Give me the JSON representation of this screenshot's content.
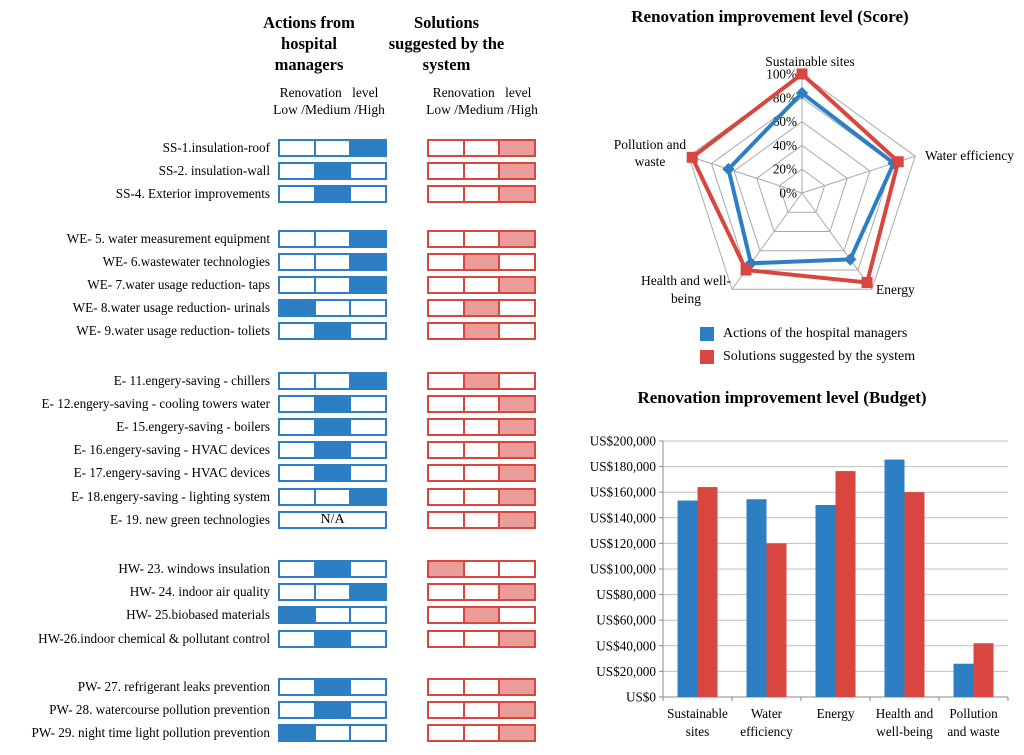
{
  "colors": {
    "blue": "#2E7EC3",
    "red": "#D9453F",
    "pink": "#EB9D99",
    "radar_grid": "#A9A9A9",
    "budget_grid": "#C0C0C0",
    "budget_axis": "#888888"
  },
  "chart_data": [
    {
      "type": "table",
      "col1_title": "Actions from hospital managers",
      "col2_title": "Solutions suggested by the system",
      "subtitle_line1": "Renovation level",
      "subtitle_line2": "Low /Medium /High",
      "levels": [
        "Low",
        "Medium",
        "High"
      ],
      "na_label": "N/A",
      "groups": [
        {
          "name": "SS",
          "items": [
            {
              "label": "SS-1.insulation-roof",
              "managers": "High",
              "system": "High"
            },
            {
              "label": "SS-2. insulation-wall",
              "managers": "Medium",
              "system": "High"
            },
            {
              "label": "SS-4. Exterior improvements",
              "managers": "Medium",
              "system": "High"
            }
          ]
        },
        {
          "name": "WE",
          "items": [
            {
              "label": "WE- 5. water measurement equipment",
              "managers": "High",
              "system": "High"
            },
            {
              "label": "WE- 6.wastewater technologies",
              "managers": "High",
              "system": "Medium"
            },
            {
              "label": "WE- 7.water usage reduction- taps",
              "managers": "High",
              "system": "High"
            },
            {
              "label": "WE- 8.water usage reduction- urinals",
              "managers": "Low",
              "system": "Medium"
            },
            {
              "label": "WE- 9.water usage reduction- toliets",
              "managers": "Medium",
              "system": "Medium"
            }
          ]
        },
        {
          "name": "E",
          "items": [
            {
              "label": "E- 11.engery-saving - chillers",
              "managers": "High",
              "system": "Medium"
            },
            {
              "label": "E- 12.engery-saving - cooling towers water",
              "managers": "Medium",
              "system": "High"
            },
            {
              "label": "E- 15.engery-saving - boilers",
              "managers": "Medium",
              "system": "High"
            },
            {
              "label": "E- 16.engery-saving - HVAC devices",
              "managers": "Medium",
              "system": "High"
            },
            {
              "label": "E- 17.engery-saving - HVAC devices",
              "managers": "Medium",
              "system": "High"
            },
            {
              "label": "E- 18.engery-saving - lighting system",
              "managers": "High",
              "system": "High"
            },
            {
              "label": "E- 19. new green technologies",
              "managers": "N/A",
              "system": "High"
            }
          ]
        },
        {
          "name": "HW",
          "items": [
            {
              "label": "HW- 23. windows insulation",
              "managers": "Medium",
              "system": "Low"
            },
            {
              "label": "HW- 24. indoor air quality",
              "managers": "High",
              "system": "High"
            },
            {
              "label": "HW- 25.biobased materials",
              "managers": "Low",
              "system": "Medium"
            },
            {
              "label": "HW-26.indoor chemical & pollutant control",
              "managers": "Medium",
              "system": "High"
            }
          ]
        },
        {
          "name": "PW",
          "items": [
            {
              "label": "PW- 27. refrigerant leaks prevention",
              "managers": "Medium",
              "system": "High"
            },
            {
              "label": "PW- 28. watercourse pollution prevention",
              "managers": "Medium",
              "system": "High"
            },
            {
              "label": "PW- 29. night time light pollution prevention",
              "managers": "Low",
              "system": "High"
            }
          ]
        }
      ]
    },
    {
      "type": "radar",
      "title": "Renovation improvement level (Score)",
      "categories": [
        "Sustainable sites",
        "Water efficiency",
        "Energy",
        "Health and well-being",
        "Pollution and waste"
      ],
      "axis_label_lines": [
        [
          "Sustainable sites"
        ],
        [
          "Water efficiency"
        ],
        [
          "Energy"
        ],
        [
          "Health and well-",
          "being"
        ],
        [
          "Pollution and",
          "waste"
        ]
      ],
      "ticks": [
        "0%",
        "20%",
        "40%",
        "60%",
        "80%",
        "100%"
      ],
      "rlim": [
        0,
        100
      ],
      "series": [
        {
          "name": "Actions of the hospital managers",
          "color_key": "blue",
          "values": [
            84,
            81,
            69,
            73,
            65
          ]
        },
        {
          "name": "Solutions suggested by the system",
          "color_key": "red",
          "values": [
            100,
            85,
            93,
            80,
            97
          ]
        }
      ]
    },
    {
      "type": "bar",
      "title": "Renovation improvement level (Budget)",
      "categories": [
        "Sustainable sites",
        "Water efficiency",
        "Energy",
        "Health and well-being",
        "Pollution and waste"
      ],
      "xtick_lines": [
        [
          "Sustainable",
          "sites"
        ],
        [
          "Water",
          "efficiency"
        ],
        [
          "Energy"
        ],
        [
          "Health and",
          "well-being"
        ],
        [
          "Pollution",
          "and waste"
        ]
      ],
      "ylim": [
        0,
        200000
      ],
      "ytick_step": 20000,
      "ytick_labels": [
        "US$0",
        "US$20,000",
        "US$40,000",
        "US$60,000",
        "US$80,000",
        "US$100,000",
        "US$120,000",
        "US$140,000",
        "US$160,000",
        "US$180,000",
        "US$200,000"
      ],
      "series": [
        {
          "name": "Actions of the hospital managers",
          "color_key": "blue",
          "values": [
            153500,
            154500,
            150000,
            185500,
            26000
          ]
        },
        {
          "name": "Solutions suggested by the system",
          "color_key": "red",
          "values": [
            164000,
            120000,
            176500,
            160000,
            42000
          ]
        }
      ]
    }
  ]
}
